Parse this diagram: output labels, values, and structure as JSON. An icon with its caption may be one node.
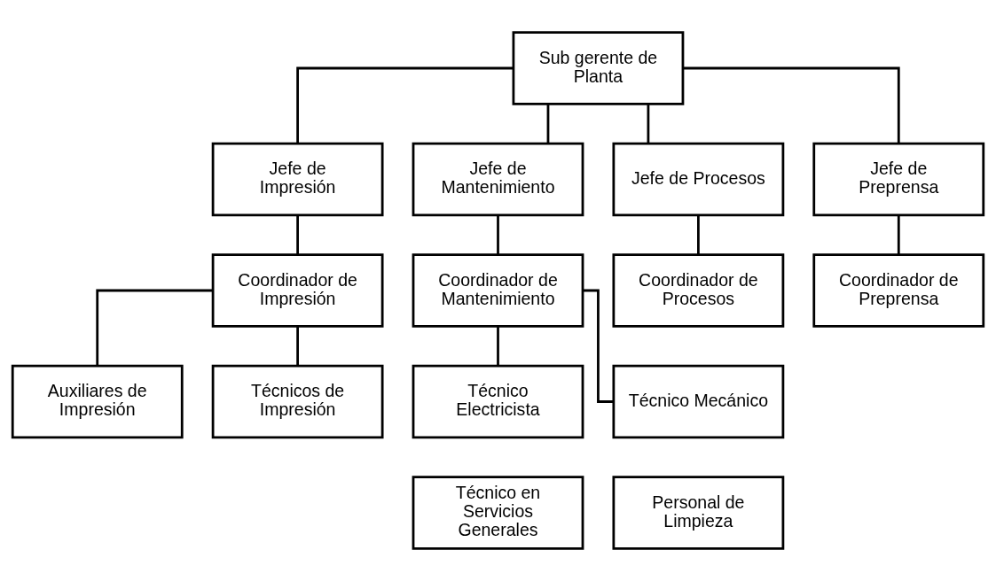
{
  "diagram": {
    "nodes": [
      {
        "text": [
          "Sub gerente de Planta"
        ]
      },
      {
        "text": [
          "Jefe de Impresión"
        ]
      },
      {
        "text": [
          "Jefe de Mantenimiento"
        ]
      },
      {
        "text": [
          "Jefe de Procesos"
        ]
      },
      {
        "text": [
          "Jefe de Preprensa"
        ]
      },
      {
        "text": [
          "Coordinador de Impresión"
        ]
      },
      {
        "text": [
          "Coordinador de Mantenimiento"
        ]
      },
      {
        "text": [
          "Coordinador de Procesos"
        ]
      },
      {
        "text": [
          "Coordinador de Preprensa"
        ]
      },
      {
        "text": [
          "Auxiliares de Impresión"
        ]
      },
      {
        "text": [
          "Técnico Electricista"
        ]
      },
      {
        "text": [
          "Técnico Mecánico"
        ]
      },
      {
        "text": [
          "Técnico en Servicios Generales"
        ]
      },
      {
        "text": [
          "Personal de Limpieza"
        ]
      },
      {
        "text": [
          "Técnicos de Impresión"
        ]
      }
    ],
    "edges": [
      {
        "from": 0,
        "to": 1,
        "arrow": "none"
      },
      {
        "from": 0,
        "to": 2,
        "arrow": "none"
      },
      {
        "from": 0,
        "to": 3,
        "arrow": "none"
      },
      {
        "from": 0,
        "to": 4,
        "arrow": "none"
      },
      {
        "from": 1,
        "to": 5,
        "arrow": "none"
      },
      {
        "from": 2,
        "to": 6,
        "arrow": "none"
      },
      {
        "from": 3,
        "to": 7,
        "arrow": "none"
      },
      {
        "from": 4,
        "to": 8,
        "arrow": "none"
      },
      {
        "from": 5,
        "to": 9,
        "arrow": "none"
      },
      {
        "from": 5,
        "to": 14,
        "arrow": "none"
      },
      {
        "from": 6,
        "to": 10,
        "arrow": "none"
      },
      {
        "from": 6,
        "to": 11,
        "arrow": "none"
      }
    ]
  }
}
